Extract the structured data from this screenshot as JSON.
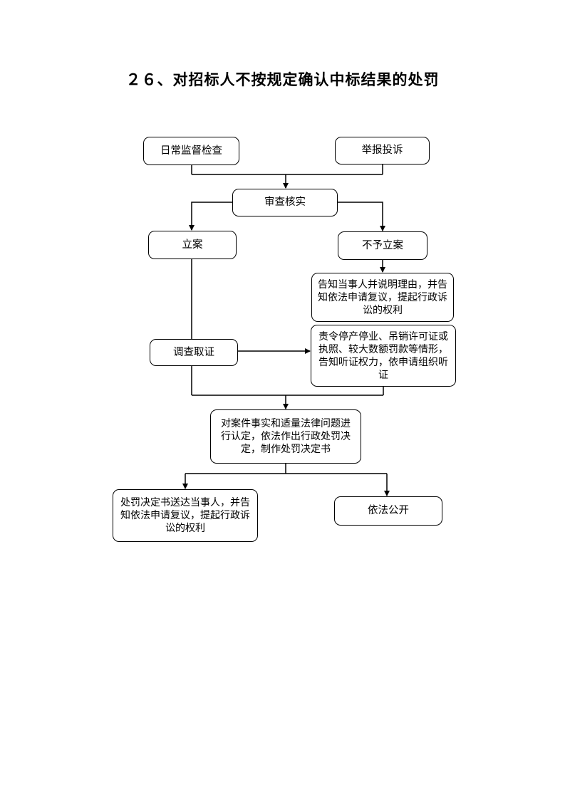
{
  "title": "２６、对招标人不按规定确认中标结果的处罚",
  "nodes": {
    "daily_inspection": "日常监督检查",
    "report_complaint": "举报投诉",
    "review_verify": "审查核实",
    "file_case": "立案",
    "no_case": "不予立案",
    "notify_reason": "告知当事人并说明理由，并告知依法申请复议，提起行政诉讼的权利",
    "investigate": "调查取证",
    "hearing_notice": "责令停产停业、吊销许可证或执照、较大数额罚款等情形，告知听证权力，依申请组织听证",
    "decision": "对案件事实和适量法律问题进行认定，依法作出行政处罚决定，制作处罚决定书",
    "deliver_decision": "处罚决定书送达当事人，并告知依法申请复议，提起行政诉讼的权利",
    "publicize": "依法公开"
  }
}
